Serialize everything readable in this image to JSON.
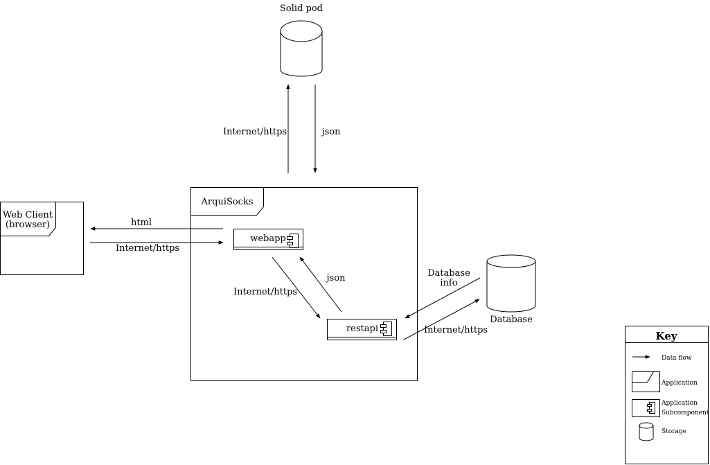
{
  "nodes": {
    "solid_pod": "Solid pod",
    "arquisocks": "ArquiSocks",
    "web_client": [
      "Web Client",
      "(browser)"
    ],
    "webapp": "webapp",
    "restapi": "restapi",
    "database": "Database"
  },
  "edges": {
    "webapp_to_pod": "Internet/https",
    "pod_to_webapp": "json",
    "webapp_to_client": "html",
    "client_to_webapp": "Internet/https",
    "webapp_to_restapi": "Internet/https",
    "restapi_to_webapp": "json",
    "database_to_restapi": [
      "Database",
      "info"
    ],
    "restapi_to_database": "Internet/https"
  },
  "key": {
    "title": "Key",
    "items": {
      "data_flow": "Data flow",
      "application": "Application",
      "subcomponent": [
        "Application",
        "Subcomponent"
      ],
      "storage": "Storage"
    }
  }
}
